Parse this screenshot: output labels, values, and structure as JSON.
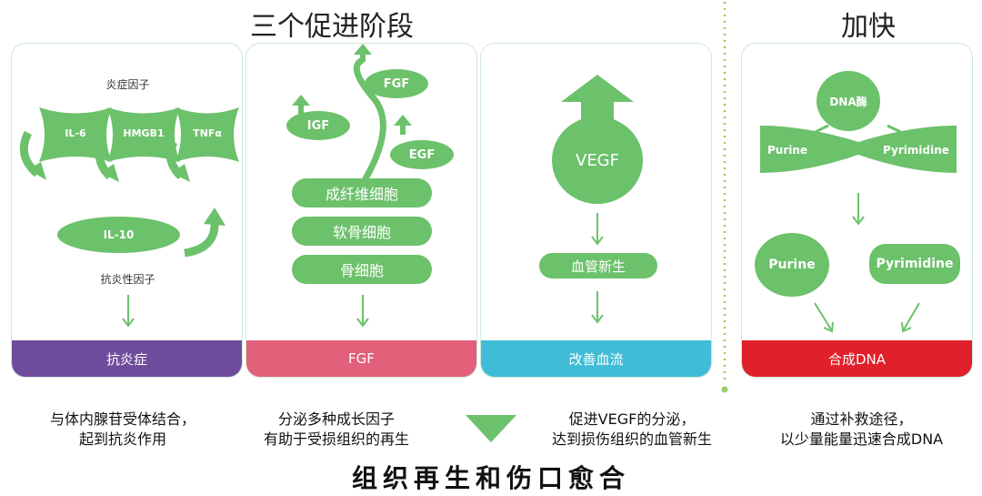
{
  "titles": {
    "stages": "三个促进阶段",
    "accelerate": "加快",
    "bottom": "组织再生和伤口愈合"
  },
  "colors": {
    "green": "#6cc16b",
    "purple": "#6f4c9b",
    "pink": "#e2607a",
    "cyan": "#3fbcd6",
    "red": "#e0202a",
    "dotted": "#9ccc65"
  },
  "panel1": {
    "top_label": "炎症因子",
    "factors": [
      "IL-6",
      "HMGB1",
      "TNFα"
    ],
    "il10": "IL-10",
    "bottom_label": "抗炎性因子",
    "footer": "抗炎症"
  },
  "panel2": {
    "growth_factors": [
      "FGF",
      "IGF",
      "EGF"
    ],
    "cells": [
      "成纤维细胞",
      "软骨细胞",
      "骨细胞"
    ],
    "footer": "FGF"
  },
  "panel3": {
    "vegf": "VEGF",
    "result": "血管新生",
    "footer": "改善血流"
  },
  "panel4": {
    "enzyme": "DNA酶",
    "purine": "Purine",
    "pyrimidine": "Pyrimidine",
    "footer": "合成DNA"
  },
  "captions": {
    "c1": [
      "与体内腺苷受体结合，",
      "起到抗炎作用"
    ],
    "c2": [
      "分泌多种成长因子",
      "有助于受损组织的再生"
    ],
    "c3": [
      "促进VEGF的分泌，",
      "达到损伤组织的血管新生"
    ],
    "c4": [
      "通过补救途径，",
      "以少量能量迅速合成DNA"
    ]
  }
}
